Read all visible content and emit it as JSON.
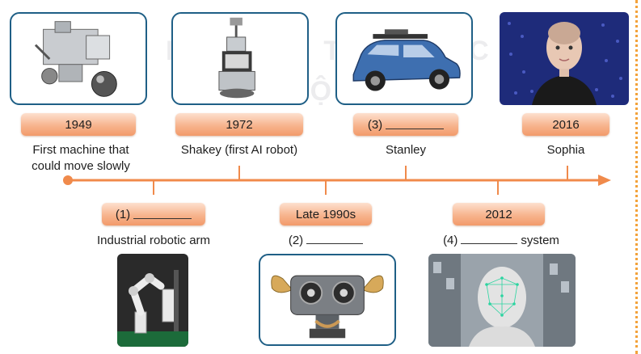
{
  "watermark": {
    "line1": "KẾT NỐI TRI THỨC",
    "line2": "VỚI CUỘC SỐNG"
  },
  "colors": {
    "axis": "#f08a4b",
    "frame": "#1f5f86",
    "pill_top": "#fde0cf",
    "pill_bottom": "#f29a6a",
    "edge": "#f3a23a"
  },
  "top_events": [
    {
      "label": "1949",
      "caption_line1": "First machine that",
      "caption_line2": "could move slowly",
      "image": "early-machine-icon"
    },
    {
      "label": "1972",
      "caption_line1": "Shakey (first AI robot)",
      "image": "shakey-robot-icon"
    },
    {
      "label": "(3)",
      "caption_line1": "Stanley",
      "image": "stanley-car-icon"
    },
    {
      "label": "2016",
      "caption_line1": "Sophia",
      "image": "sophia-humanoid-icon"
    }
  ],
  "bottom_events": [
    {
      "label": "(1)",
      "caption_line1": "Industrial robotic arm",
      "image": "robotic-arm-icon"
    },
    {
      "label": "Late 1990s",
      "caption_prefix": "(2)",
      "image": "kismet-robot-icon"
    },
    {
      "label": "2012",
      "caption_prefix": "(4)",
      "caption_suffix": "system",
      "image": "face-recognition-icon"
    }
  ]
}
